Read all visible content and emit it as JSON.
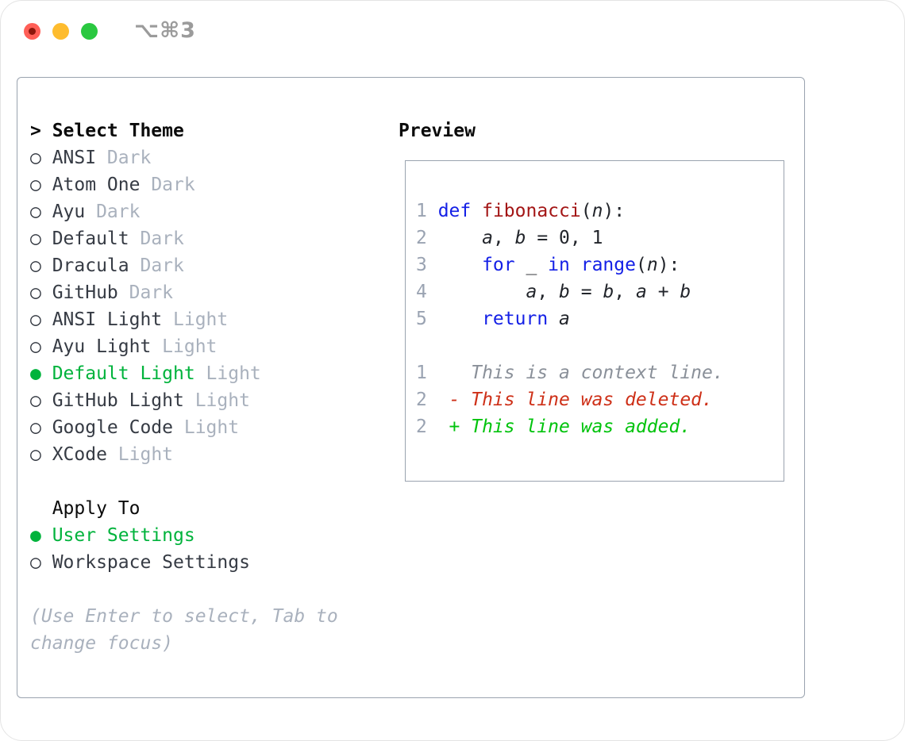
{
  "window": {
    "title": "⌥⌘3"
  },
  "glyphs": {
    "prompt": ">",
    "radio_unselected": "○",
    "radio_selected": "●"
  },
  "theme_picker": {
    "header": "Select Theme",
    "items": [
      {
        "name": "ANSI",
        "variant": "Dark",
        "selected": false
      },
      {
        "name": "Atom One",
        "variant": "Dark",
        "selected": false
      },
      {
        "name": "Ayu",
        "variant": "Dark",
        "selected": false
      },
      {
        "name": "Default",
        "variant": "Dark",
        "selected": false
      },
      {
        "name": "Dracula",
        "variant": "Dark",
        "selected": false
      },
      {
        "name": "GitHub",
        "variant": "Dark",
        "selected": false
      },
      {
        "name": "ANSI Light",
        "variant": "Light",
        "selected": false
      },
      {
        "name": "Ayu Light",
        "variant": "Light",
        "selected": false
      },
      {
        "name": "Default Light",
        "variant": "Light",
        "selected": true
      },
      {
        "name": "GitHub Light",
        "variant": "Light",
        "selected": false
      },
      {
        "name": "Google Code",
        "variant": "Light",
        "selected": false
      },
      {
        "name": "XCode",
        "variant": "Light",
        "selected": false
      }
    ],
    "apply_to": {
      "header": "Apply To",
      "options": [
        {
          "name": "User Settings",
          "selected": true
        },
        {
          "name": "Workspace Settings",
          "selected": false
        }
      ]
    },
    "hint": "(Use Enter to select, Tab to\nchange focus)"
  },
  "preview": {
    "title": "Preview",
    "code_lines": [
      {
        "num": "1",
        "tokens": [
          {
            "t": "def",
            "c": "kw"
          },
          {
            "t": " ",
            "c": "pl"
          },
          {
            "t": "fibonacci",
            "c": "fn"
          },
          {
            "t": "(",
            "c": "pl"
          },
          {
            "t": "n",
            "c": "var"
          },
          {
            "t": "):",
            "c": "pl"
          }
        ]
      },
      {
        "num": "2",
        "tokens": [
          {
            "t": "    ",
            "c": "pl"
          },
          {
            "t": "a",
            "c": "var"
          },
          {
            "t": ", ",
            "c": "pl"
          },
          {
            "t": "b",
            "c": "var"
          },
          {
            "t": " = 0, 1",
            "c": "pl"
          }
        ]
      },
      {
        "num": "3",
        "tokens": [
          {
            "t": "    ",
            "c": "pl"
          },
          {
            "t": "for",
            "c": "kw"
          },
          {
            "t": " _ ",
            "c": "pl"
          },
          {
            "t": "in",
            "c": "kw"
          },
          {
            "t": " ",
            "c": "pl"
          },
          {
            "t": "range",
            "c": "kw"
          },
          {
            "t": "(",
            "c": "pl"
          },
          {
            "t": "n",
            "c": "var"
          },
          {
            "t": "):",
            "c": "pl"
          }
        ]
      },
      {
        "num": "4",
        "tokens": [
          {
            "t": "        ",
            "c": "pl"
          },
          {
            "t": "a",
            "c": "var"
          },
          {
            "t": ", ",
            "c": "pl"
          },
          {
            "t": "b",
            "c": "var"
          },
          {
            "t": " = ",
            "c": "pl"
          },
          {
            "t": "b",
            "c": "var"
          },
          {
            "t": ", ",
            "c": "pl"
          },
          {
            "t": "a",
            "c": "var"
          },
          {
            "t": " + ",
            "c": "pl"
          },
          {
            "t": "b",
            "c": "var"
          }
        ]
      },
      {
        "num": "5",
        "tokens": [
          {
            "t": "    ",
            "c": "pl"
          },
          {
            "t": "return",
            "c": "kw"
          },
          {
            "t": " ",
            "c": "pl"
          },
          {
            "t": "a",
            "c": "var"
          }
        ]
      }
    ],
    "diff_lines": [
      {
        "num": "1",
        "kind": "context",
        "text": "   This is a context line."
      },
      {
        "num": "2",
        "kind": "deleted",
        "text": " - This line was deleted."
      },
      {
        "num": "2",
        "kind": "added",
        "text": " + This line was added."
      }
    ]
  },
  "colors": {
    "selected_green": "#00b33c",
    "added_green": "#00c30c",
    "deleted_red": "#ce3018",
    "context_gray": "#8a9099",
    "keyword_blue": "#1420e6",
    "function_red": "#a31515",
    "code_text": "#22252b",
    "line_number_gray": "#9aa3b2",
    "muted_gray": "#a9b1bd",
    "item_text": "#363b44",
    "border_gray": "#9aa3af",
    "traffic_red": "#ff5f57",
    "traffic_yellow": "#febc2e",
    "traffic_green": "#2ac840"
  }
}
